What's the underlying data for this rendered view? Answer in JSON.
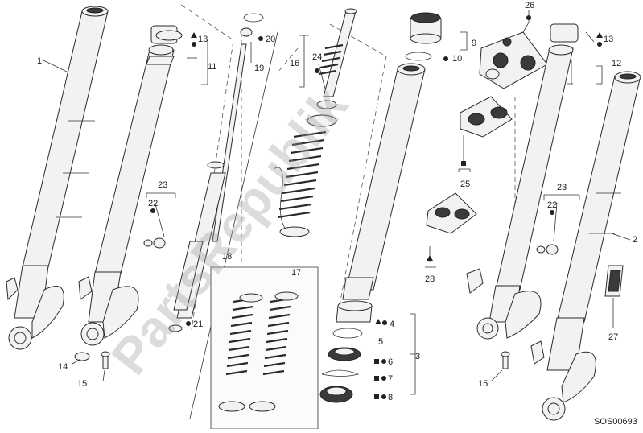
{
  "watermark": "PartsRepublik",
  "diagram_code": "SOS00693",
  "callouts": {
    "c1": "1",
    "c2": "2",
    "c3": "3",
    "c4": "4",
    "c5": "5",
    "c6": "6",
    "c7": "7",
    "c8": "8",
    "c9": "9",
    "c10": "10",
    "c11": "11",
    "c12": "12",
    "c13a": "13",
    "c13b": "13",
    "c14": "14",
    "c15a": "15",
    "c15b": "15",
    "c16": "16",
    "c17": "17",
    "c18": "18",
    "c19": "19",
    "c20": "20",
    "c21": "21",
    "c22a": "22",
    "c22b": "22",
    "c23a": "23",
    "c23b": "23",
    "c24": "24",
    "c25": "25",
    "c26": "26",
    "c27": "27",
    "c28": "28"
  }
}
